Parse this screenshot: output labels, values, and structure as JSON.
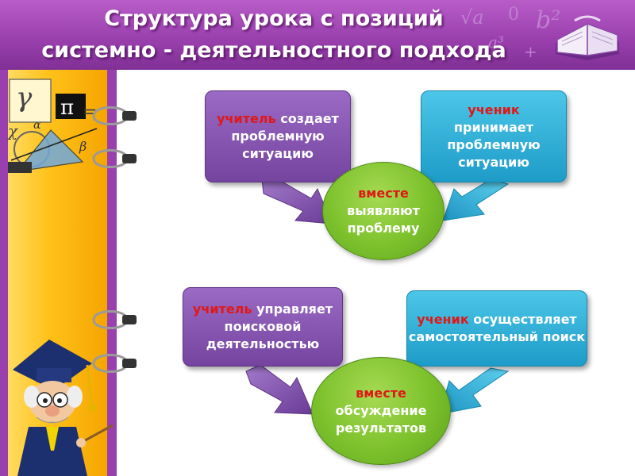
{
  "title": {
    "line1": "Структура урока с позиций",
    "line2": "системно - деятельностного подхода"
  },
  "diagram1": {
    "teacher_prefix": "учитель",
    "teacher_text": "создает проблемную ситуацию",
    "student_prefix": "ученик",
    "student_text": "принимает проблемную ситуацию",
    "together_prefix": "вместе",
    "together_text": "выявляют проблему"
  },
  "diagram2": {
    "teacher_prefix": "учитель",
    "teacher_text": "управляет поисковой деятельностью",
    "student_prefix": "ученик",
    "student_text": "осуществляет самостоятельный поиск",
    "together_prefix": "вместе",
    "together_text": "обсуждение результатов"
  },
  "colors": {
    "header": "#9a40ae",
    "sidebar": "#ffc21a",
    "teacher_box": "#74449e",
    "student_box": "#1e9cc8",
    "circle": "#7cc12c",
    "keyword": "#e01818"
  },
  "icons": [
    "math-symbols-icon",
    "book-icon",
    "professor-icon",
    "ring-binder-icon"
  ]
}
